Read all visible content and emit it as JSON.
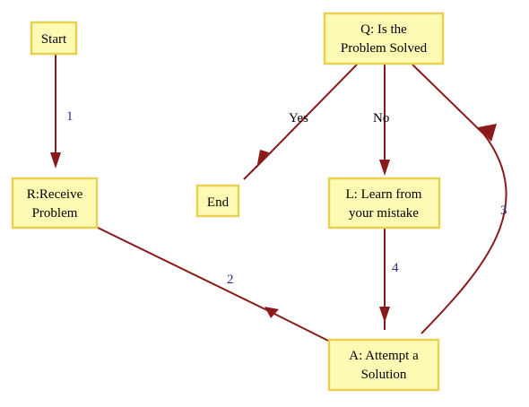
{
  "colors": {
    "node_fill": "#fdfab4",
    "node_border": "#e8d050",
    "edge": "#8b1a1a",
    "edge_number_label": "#2b2b8a"
  },
  "nodes": {
    "start": {
      "lines": [
        "Start"
      ]
    },
    "receive": {
      "lines": [
        "R:Receive",
        "Problem"
      ]
    },
    "question": {
      "lines": [
        "Q: Is the",
        "Problem Solved"
      ]
    },
    "end": {
      "lines": [
        "End"
      ]
    },
    "learn": {
      "lines": [
        "L: Learn from",
        "your mistake"
      ]
    },
    "attempt": {
      "lines": [
        "A: Attempt a",
        "Solution"
      ]
    }
  },
  "edges": {
    "start_to_receive": {
      "label": "1"
    },
    "receive_to_attempt": {
      "label": "2"
    },
    "attempt_to_question": {
      "label": "3"
    },
    "learn_to_attempt": {
      "label": "4"
    },
    "question_to_end": {
      "label": "Yes"
    },
    "question_to_learn": {
      "label": "No"
    }
  }
}
